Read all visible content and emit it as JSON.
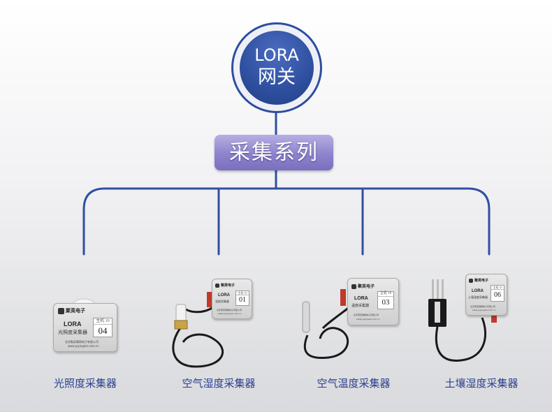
{
  "gateway": {
    "line1": "LORA",
    "line2": "网关"
  },
  "series": {
    "label": "采集系列"
  },
  "devices": [
    {
      "label": "光照度采集器",
      "brand": "聚英电子",
      "model": "LORA",
      "name": "光照度采集器",
      "tag_num": "04",
      "tag_top": "主机 10",
      "footer": "北京聚英翱翔电子有限公司",
      "site": "www.juyingele.com.cn"
    },
    {
      "label": "空气湿度采集器",
      "brand": "聚英电子",
      "model": "LORA",
      "name": "湿度采集器",
      "tag_num": "01",
      "tag_top": "主机 10",
      "footer": "北京聚英翱翔电子有限公司",
      "site": "www.juyingele.com.cn"
    },
    {
      "label": "空气温度采集器",
      "brand": "聚英电子",
      "model": "LORA",
      "name": "温度采集器",
      "tag_num": "03",
      "tag_top": "主机 10",
      "footer": "北京聚英翱翔电子有限公司",
      "site": "www.juyingele.com.cn"
    },
    {
      "label": "土壤湿度采集器",
      "brand": "聚英电子",
      "model": "LORA",
      "name": "土壤湿度采集器",
      "tag_num": "06",
      "tag_top": "主机 10",
      "footer": "北京聚英翱翔电子有限公司",
      "site": "www.juyingele.com.cn"
    }
  ],
  "colors": {
    "line": "#2f4fa3",
    "gateway": "#2e4f9e",
    "series": "#8d83cc",
    "label": "#2a3f8f"
  }
}
